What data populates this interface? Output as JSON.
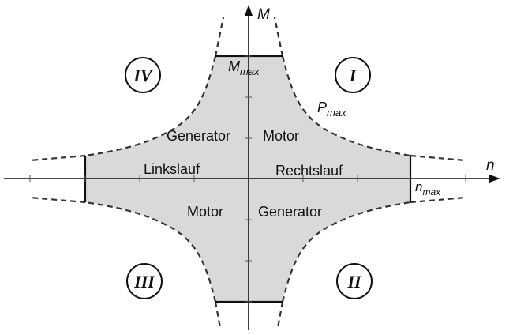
{
  "axes": {
    "x_label": "n",
    "y_label": "M"
  },
  "limits": {
    "torque_max": {
      "base": "M",
      "sub": "max"
    },
    "power_max": {
      "base": "P",
      "sub": "max"
    },
    "speed_max": {
      "base": "n",
      "sub": "max"
    }
  },
  "quadrants": {
    "q1": {
      "numeral": "I",
      "mode": "Motor",
      "direction": "Rechtslauf"
    },
    "q2": {
      "numeral": "II",
      "mode": "Generator"
    },
    "q3": {
      "numeral": "III",
      "mode": "Motor"
    },
    "q4": {
      "numeral": "IV",
      "mode": "Generator",
      "direction": "Linkslauf"
    }
  },
  "colors": {
    "region_fill": "#d9d9d9",
    "line": "#111111",
    "dashed_curve": "#333333"
  }
}
